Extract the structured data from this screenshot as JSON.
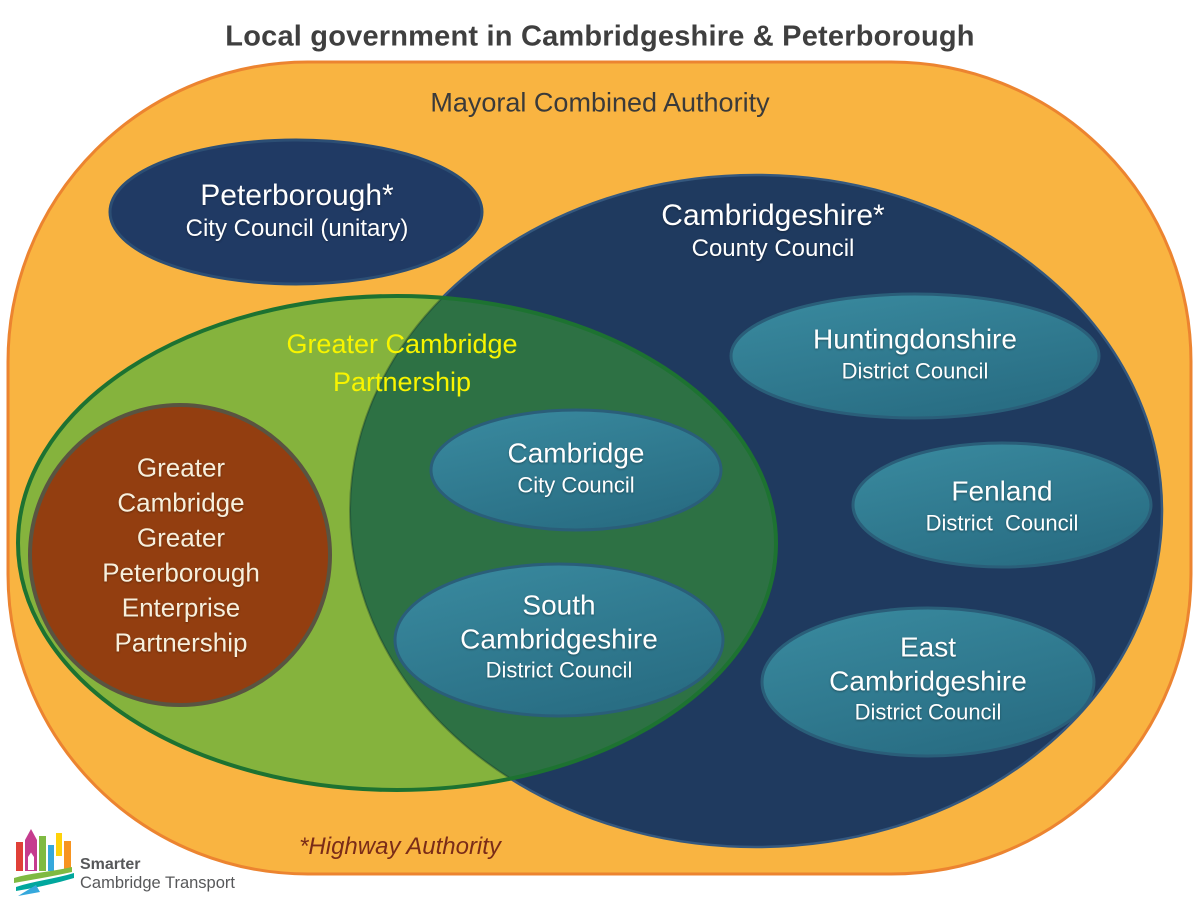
{
  "title": "Local government in Cambridgeshire & Peterborough",
  "mca": {
    "label": "Mayoral Combined Authority"
  },
  "unitary": {
    "name": "Peterborough*",
    "subtitle": "City Council (unitary)"
  },
  "county": {
    "name": "Cambridgeshire*",
    "subtitle": "County Council"
  },
  "gcp": {
    "line1": "Greater Cambridge",
    "line2": "Partnership"
  },
  "lep": {
    "lines": [
      "Greater",
      "Cambridge",
      "Greater",
      "Peterborough",
      "Enterprise",
      "Partnership"
    ]
  },
  "districts": [
    {
      "name": "Cambridge",
      "subtitle": "City Council"
    },
    {
      "name": "South Cambridgeshire",
      "subtitle": "District Council"
    },
    {
      "name": "Huntingdonshire",
      "subtitle": "District Council"
    },
    {
      "name": "Fenland",
      "subtitle": "District  Council"
    },
    {
      "name": "East Cambridgeshire",
      "subtitle": "District Council"
    }
  ],
  "footnote": "*Highway Authority",
  "logo": {
    "name_bold": "Smarter",
    "name_rest": "Cambridge Transport"
  },
  "colors": {
    "canvas": "#FFFFFF",
    "mca_fill": "#F9B441",
    "mca_border": "#EC8430",
    "county_fill": "#1F3A5F",
    "county_border": "#35587E",
    "unitary_fill": "#203A64",
    "unitary_border": "#2C4E74",
    "gcp_fill_light": "#85B33D",
    "gcp_fill_dark": "#2D7144",
    "gcp_border": "#1D7231",
    "gcp_text": "#F8F400",
    "lep_fill": "#933E10",
    "lep_border": "#595441",
    "lep_text": "#F7EFDC",
    "district_fill_light": "#3A8BA0",
    "district_fill_dark": "#296E84",
    "district_border": "#2A5E79",
    "title_text": "#3F3F3F",
    "mca_text": "#3A3A3A",
    "white_text": "#FFFFFF",
    "footnote_text": "#7A2C18",
    "logo_text": "#57585A",
    "logo_red": "#E04038",
    "logo_magenta": "#C53C8E",
    "logo_green": "#7FBA42",
    "logo_blue": "#35A8DC",
    "logo_orange": "#F79420",
    "logo_yellow": "#FFD20A",
    "logo_teal": "#00A79D"
  }
}
